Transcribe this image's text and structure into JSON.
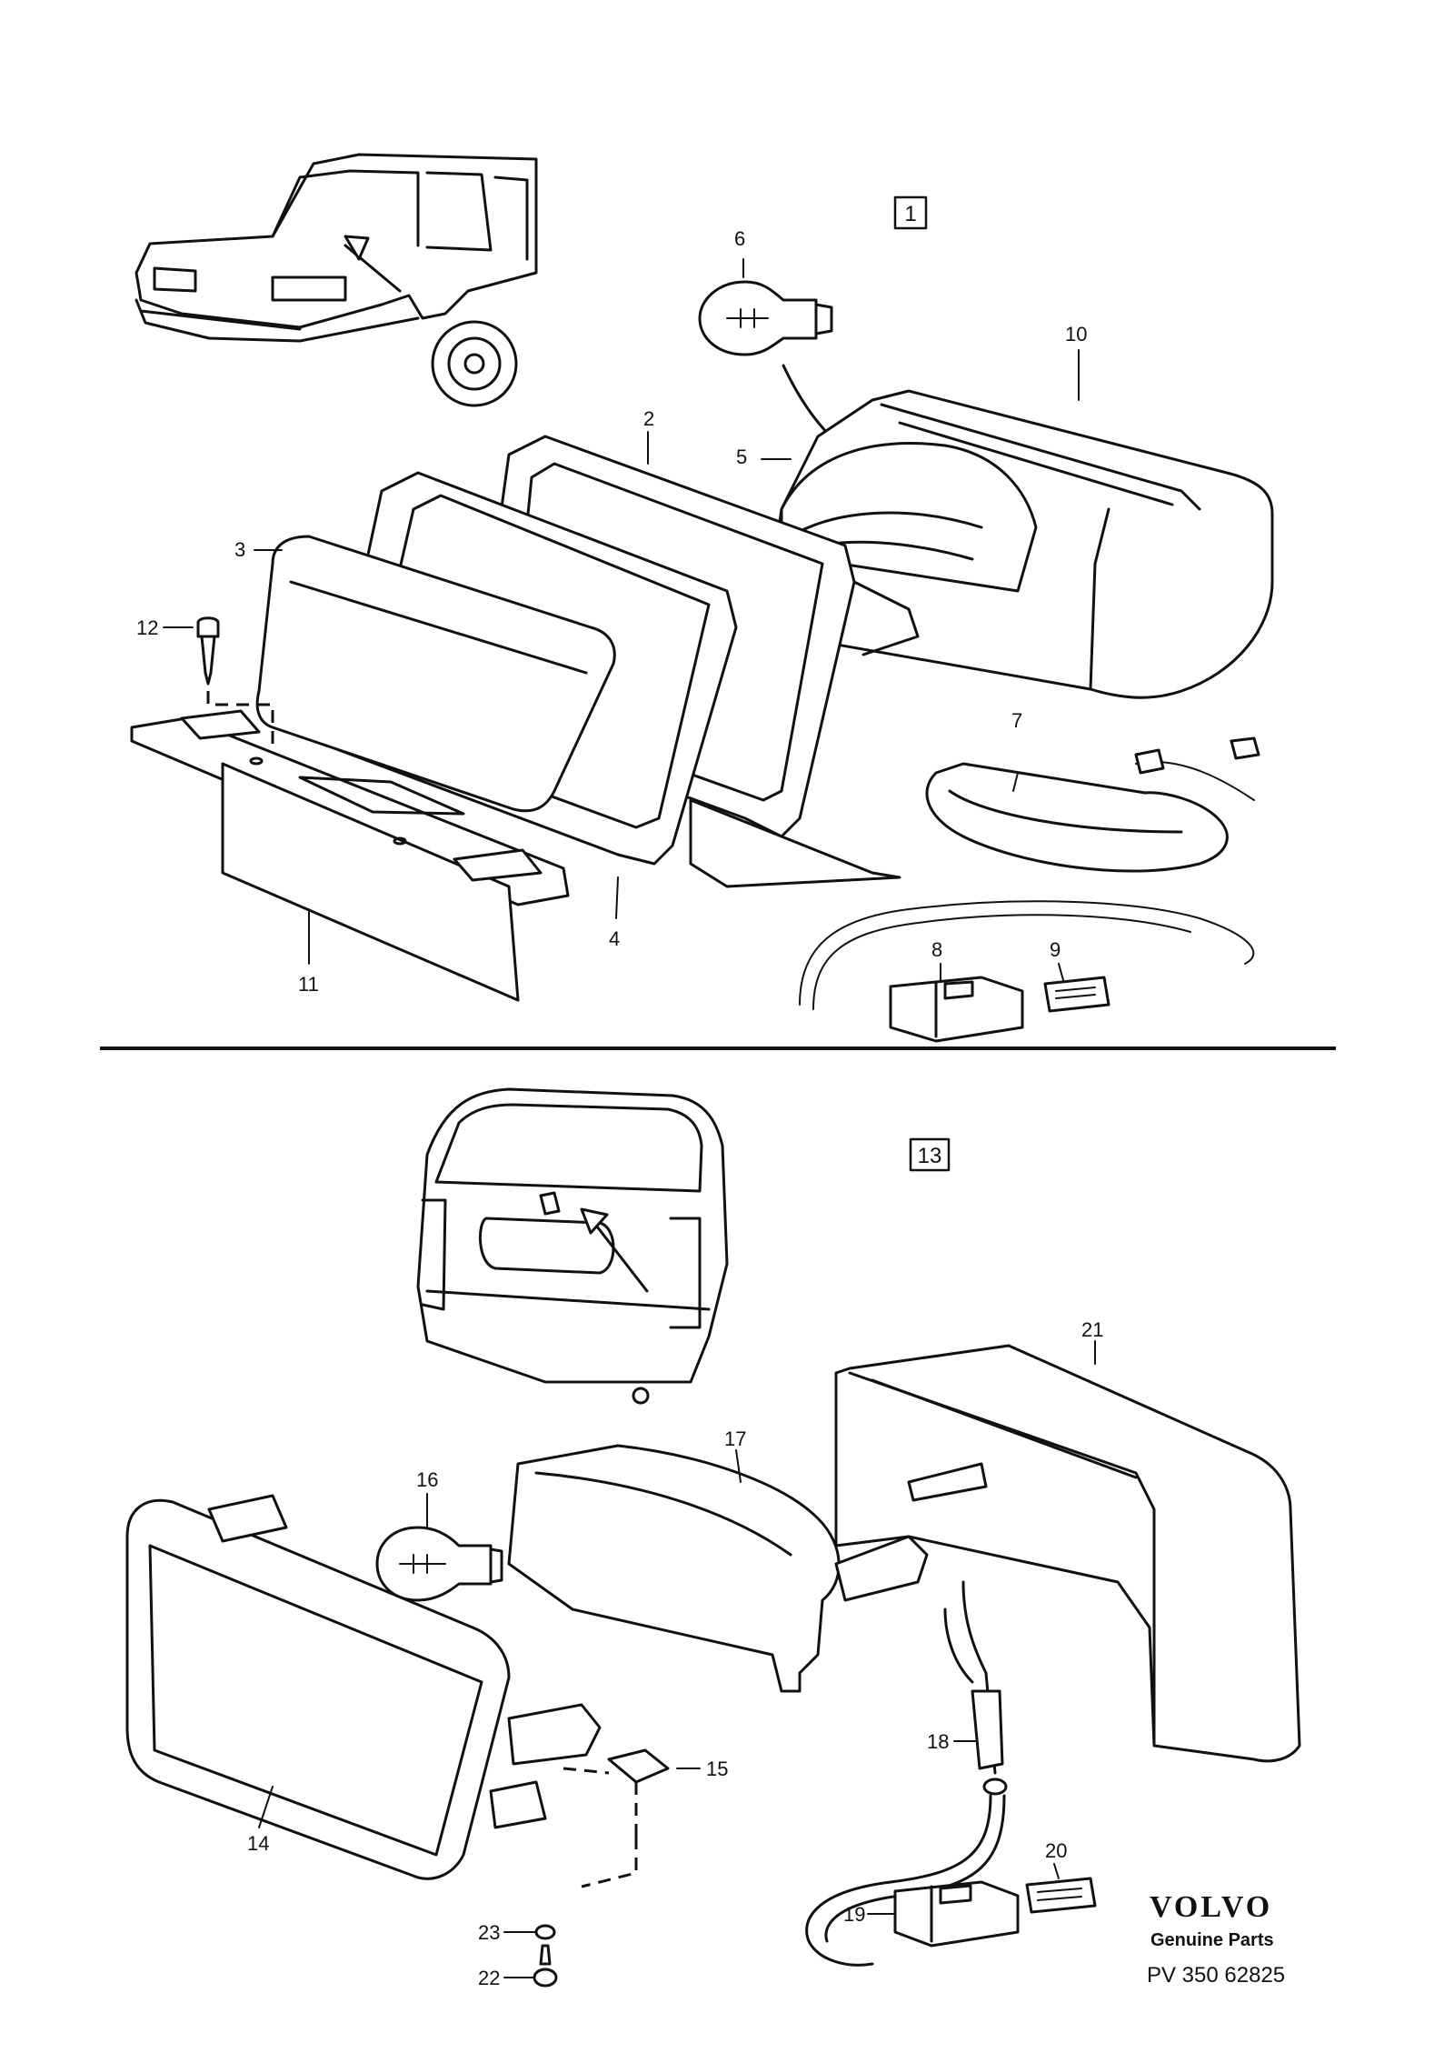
{
  "section_top": {
    "box_label": "1"
  },
  "section_bottom": {
    "box_label": "13"
  },
  "parts": [
    {
      "id": "p1",
      "label": "2"
    },
    {
      "id": "p2",
      "label": "3"
    },
    {
      "id": "p3",
      "label": "4"
    },
    {
      "id": "p4",
      "label": "5"
    },
    {
      "id": "p5",
      "label": "6"
    },
    {
      "id": "p6",
      "label": "7"
    },
    {
      "id": "p7",
      "label": "8"
    },
    {
      "id": "p8",
      "label": "9"
    },
    {
      "id": "p9",
      "label": "10"
    },
    {
      "id": "p10",
      "label": "11"
    },
    {
      "id": "p11",
      "label": "12"
    },
    {
      "id": "p12",
      "label": "14"
    },
    {
      "id": "p13",
      "label": "15"
    },
    {
      "id": "p14",
      "label": "16"
    },
    {
      "id": "p15",
      "label": "17"
    },
    {
      "id": "p16",
      "label": "18"
    },
    {
      "id": "p17",
      "label": "19"
    },
    {
      "id": "p18",
      "label": "20"
    },
    {
      "id": "p19",
      "label": "21"
    },
    {
      "id": "p20",
      "label": "22"
    },
    {
      "id": "p21",
      "label": "23"
    }
  ],
  "brand": {
    "name": "VOLVO",
    "tagline": "Genuine Parts",
    "code": "PV 350 62825"
  }
}
